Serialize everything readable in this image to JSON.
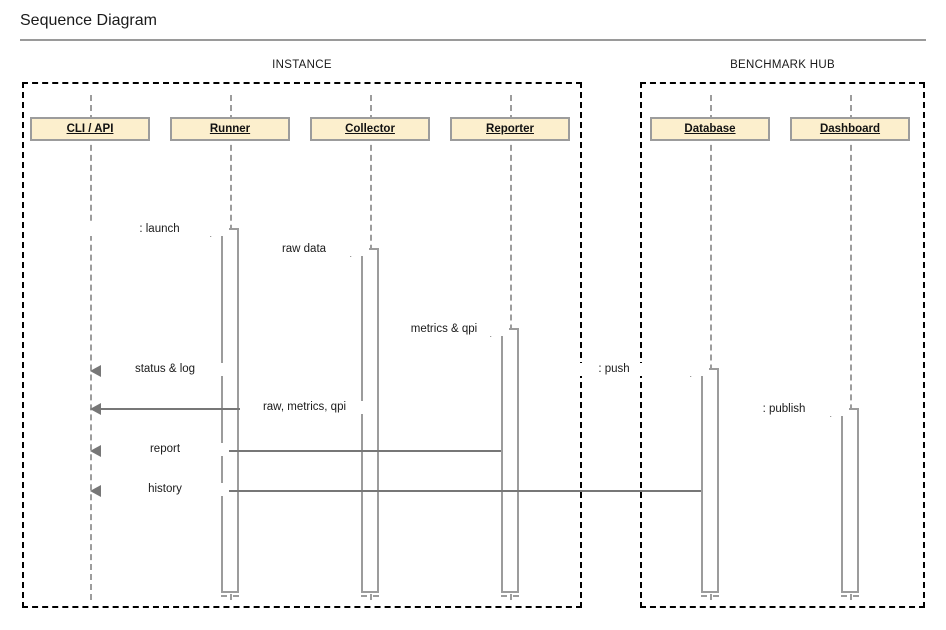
{
  "page": {
    "title": "Sequence Diagram"
  },
  "groups": [
    {
      "id": "instance",
      "label": "INSTANCE"
    },
    {
      "id": "benchmark-hub",
      "label": "BENCHMARK HUB"
    }
  ],
  "participants": [
    {
      "id": "cli-api",
      "label": "CLI / API",
      "group": "instance"
    },
    {
      "id": "runner",
      "label": "Runner",
      "group": "instance"
    },
    {
      "id": "collector",
      "label": "Collector",
      "group": "instance"
    },
    {
      "id": "reporter",
      "label": "Reporter",
      "group": "instance"
    },
    {
      "id": "database",
      "label": "Database",
      "group": "benchmark-hub"
    },
    {
      "id": "dashboard",
      "label": "Dashboard",
      "group": "benchmark-hub"
    }
  ],
  "messages": [
    {
      "id": "launch",
      "label": ": launch",
      "from": "cli-api",
      "to": "runner",
      "direction": "right"
    },
    {
      "id": "raw-data",
      "label": "raw data",
      "from": "runner",
      "to": "collector",
      "direction": "right"
    },
    {
      "id": "metrics-qpi",
      "label": "metrics & qpi",
      "from": "collector",
      "to": "reporter",
      "direction": "right"
    },
    {
      "id": "status-log",
      "label": "status & log",
      "from": "runner",
      "to": "cli-api",
      "direction": "left"
    },
    {
      "id": "push",
      "label": ": push",
      "from": "reporter",
      "to": "database",
      "direction": "right"
    },
    {
      "id": "raw-metrics-qpi",
      "label": "raw, metrics, qpi",
      "from": "collector",
      "to": "cli-api",
      "direction": "left"
    },
    {
      "id": "publish",
      "label": ": publish",
      "from": "database",
      "to": "dashboard",
      "direction": "right"
    },
    {
      "id": "report",
      "label": "report",
      "from": "reporter",
      "to": "cli-api",
      "direction": "left"
    },
    {
      "id": "history",
      "label": "history",
      "from": "database",
      "to": "cli-api",
      "direction": "left"
    }
  ],
  "colors": {
    "participant_fill": "#FCEFCD",
    "participant_border": "#9C9C9C",
    "line": "#777777",
    "lifeline": "#9D9D9D",
    "frame": "#000000"
  }
}
